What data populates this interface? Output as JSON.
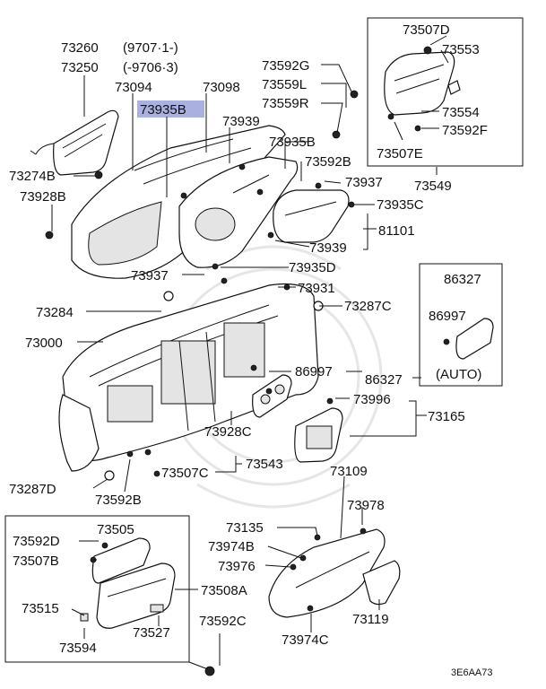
{
  "highlight_color": "#aab0e0",
  "labels": {
    "p73260": "73260",
    "p73260_range": "(9707·1-)",
    "p73250": "73250",
    "p73250_range": "(-9706·3)",
    "p73094": "73094",
    "p73098": "73098",
    "p73935B_top": "73935B",
    "p73939_top": "73939",
    "p73274B": "73274B",
    "p73928B": "73928B",
    "p73592G": "73592G",
    "p73559L": "73559L",
    "p73559R": "73559R",
    "p73935B_mid": "73935B",
    "p73592B_mid": "73592B",
    "p73507D": "73507D",
    "p73553": "73553",
    "p73554": "73554",
    "p73592F": "73592F",
    "p73507E": "73507E",
    "p73549": "73549",
    "p73937_right": "73937",
    "p73935C": "73935C",
    "p81101": "81101",
    "p73939_mid": "73939",
    "p73937_left": "73937",
    "p73935D": "73935D",
    "p73931": "73931",
    "p73284": "73284",
    "p73287C": "73287C",
    "p73000": "73000",
    "p86327_box": "86327",
    "p86997_box": "86997",
    "auto": "(AUTO)",
    "p86997": "86997",
    "p86327": "86327",
    "p73996": "73996",
    "p73165": "73165",
    "p73928C": "73928C",
    "p73543": "73543",
    "p73507C": "73507C",
    "p73287D": "73287D",
    "p73592B_low": "73592B",
    "p73109": "73109",
    "p73978": "73978",
    "p73135": "73135",
    "p73974B": "73974B",
    "p73976": "73976",
    "p73119": "73119",
    "p73974C": "73974C",
    "p73592D": "73592D",
    "p73505": "73505",
    "p73507B": "73507B",
    "p73508A": "73508A",
    "p73515": "73515",
    "p73527": "73527",
    "p73594": "73594",
    "p73592C": "73592C",
    "code": "3E6AA73"
  }
}
